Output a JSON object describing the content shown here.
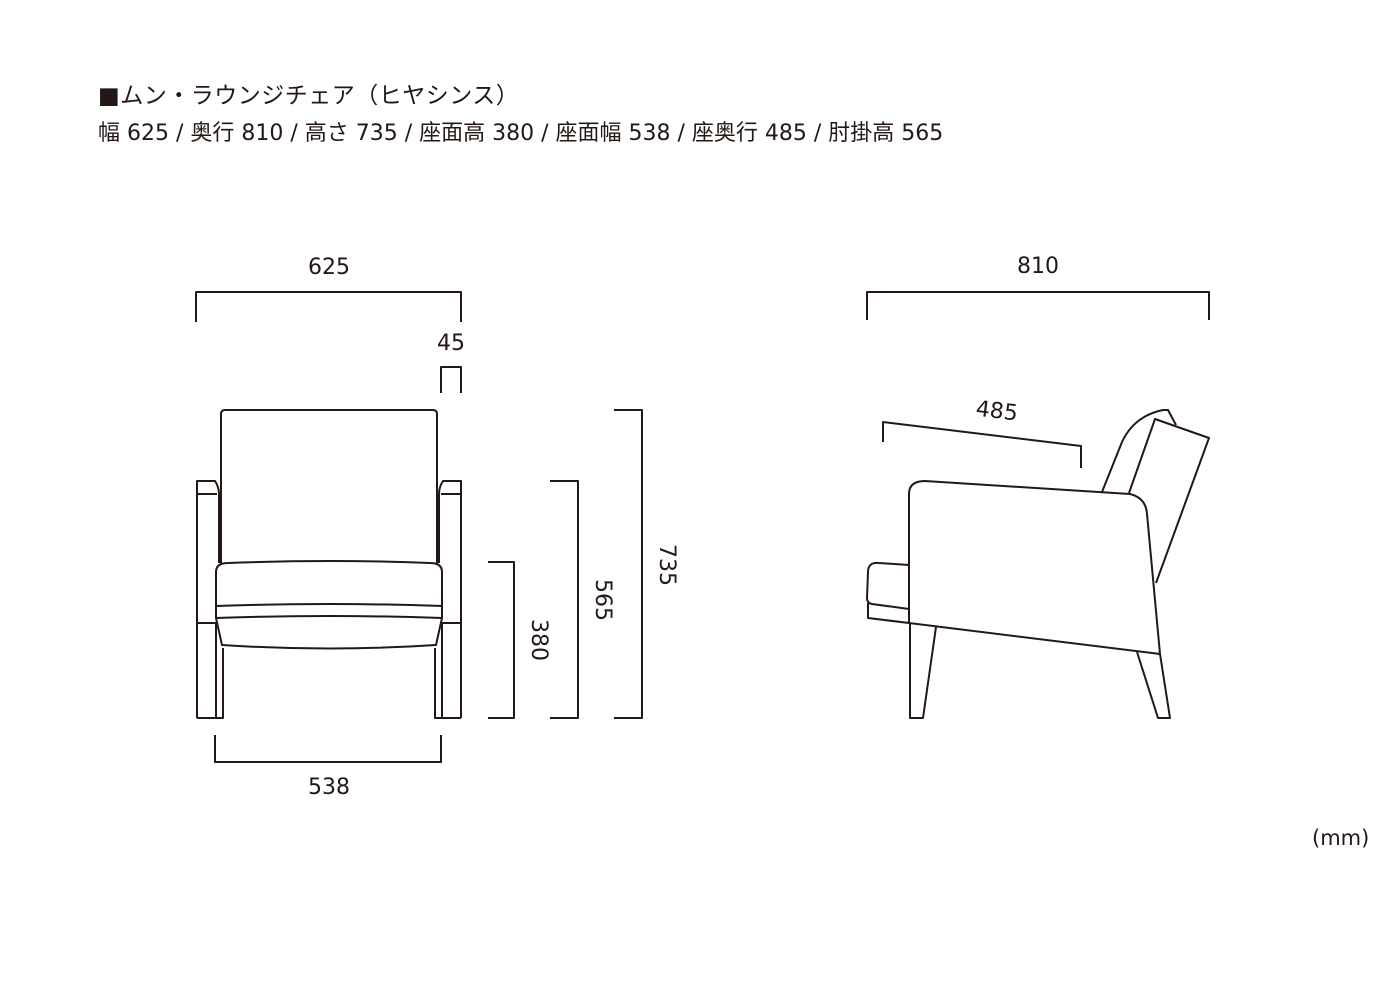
{
  "title": "■ムン・ラウンジチェア（ヒヤシンス）",
  "specs": "幅 625 / 奥行 810 / 高さ 735 / 座面高 380 / 座面幅 538 / 座奥行 485 / 肘掛高 565",
  "unit": "(mm)",
  "front_view": {
    "width": "625",
    "arm_width": "45",
    "seat_width": "538",
    "seat_height": "380",
    "arm_height": "565",
    "height": "735"
  },
  "side_view": {
    "depth": "810",
    "seat_depth": "485"
  }
}
